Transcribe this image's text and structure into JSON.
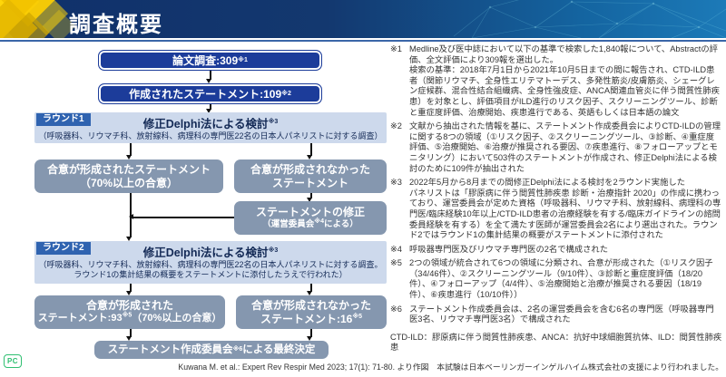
{
  "header": {
    "title": "調査概要"
  },
  "flowchart": {
    "box_papers": {
      "text": "論文調査:309",
      "sup": "※1"
    },
    "box_statements": {
      "text": "作成されたステートメント:109",
      "sup": "※2"
    },
    "round1": {
      "label": "ラウンド1",
      "title": "修正Delphi法による検討",
      "title_sup": "※3",
      "subtitle": "（呼吸器科、リウマチ科、放射線科、病理科の専門医22名の日本人パネリストに対する調査）"
    },
    "agreed1": {
      "line1": "合意が形成されたステートメント",
      "line2": "（70%以上の合意）"
    },
    "not_agreed1": {
      "line1": "合意が形成されなかった",
      "line2": "ステートメント"
    },
    "revision": {
      "line1": "ステートメントの修正",
      "line2_pre": "（運営委員会",
      "line2_sup": "※4",
      "line2_post": "による）"
    },
    "round2": {
      "label": "ラウンド2",
      "title": "修正Delphi法による検討",
      "title_sup": "※3",
      "subtitle1": "（呼吸器科、リウマチ科、放射線科、病理科の専門医22名の日本人パネリストに対する調査。",
      "subtitle2": "ラウンド1の集計結果の概要をステートメントに添付したうえで行われた）"
    },
    "agreed2": {
      "line1": "合意が形成された",
      "line2_pre": "ステートメント:93",
      "line2_sup": "※5",
      "line2_post": "（70%以上の合意）"
    },
    "not_agreed2": {
      "line1": "合意が形成されなかった",
      "line2_pre": "ステートメント:16",
      "line2_sup": "※5"
    },
    "final": {
      "pre": "ステートメント作成委員会",
      "sup": "※6",
      "post": "による最終決定"
    }
  },
  "footnotes": [
    {
      "marker": "※1",
      "p1": "Medline及び医中誌において以下の基準で検索した1,840報について、Abstractの評価、全文評価により309報を選出した。",
      "p2": "検索の基準：2018年7月1日から2021年10月5日までの間に報告され、CTD-ILD患者（関節リウマチ、全身性エリテマトーデス、多発性筋炎/皮膚筋炎、シェーグレン症候群、混合性結合組織病、全身性強皮症、ANCA関連血管炎に伴う間質性肺疾患）を対象とし、評価項目がILD進行のリスク因子、スクリーニングツール、診断と重症度評価、治療開始、疾患進行である、英語もしくは日本語の論文"
    },
    {
      "marker": "※2",
      "p1": "文献から抽出された情報を基に、ステートメント作成委員会によりCTD-ILDの管理に関する8つの領域（①リスク因子、②スクリーニングツール、③診断、④重症度評価、⑤治療開始、⑥治療が推奨される要因、⑦疾患進行、⑧フォローアップとモニタリング）において503件のステートメントが作成され、修正Delphi法による検討のために109件が抽出された"
    },
    {
      "marker": "※3",
      "p1": "2022年5月から8月までの間修正Delphi法による検討を2ラウンド実施した",
      "p2": "パネリストは「膠原病に伴う間質性肺疾患 診断・治療指針 2020」の作成に携わっており、運営委員会が定めた資格（呼吸器科、リウマチ科、放射線科、病理科の専門医/臨床経験10年以上/CTD-ILD患者の治療経験を有する/臨床ガイドラインの諮問委員経験を有する）を全て満たす医師が運営委員会2名により選出された。ラウンド2ではラウンド1の集計結果の概要がステートメントに添付された"
    },
    {
      "marker": "※4",
      "p1": "呼吸器専門医及びリウマチ専門医の2名で構成された"
    },
    {
      "marker": "※5",
      "p1": "2つの領域が統合されて6つの領域に分類され、合意が形成された（①リスク因子（34/46件）、②スクリーニングツール（9/10件）、③診断と重症度評価（18/20件）、④フォローアップ（4/4件）、⑤治療開始と治療が推奨される要因（18/19件）、⑥疾患進行（10/10件））"
    },
    {
      "marker": "※6",
      "p1": "ステートメント作成委員会は、2名の運営委員会を含む6名の専門医（呼吸器専門医3名、リウマチ専門医3名）で構成された"
    }
  ],
  "abbreviations": "CTD-ILD：膠原病に伴う間質性肺疾患、ANCA：抗好中球細胞質抗体、ILD：間質性肺疾患",
  "citation": "Kuwana M. et al.: Expert Rev Respir Med 2023; 17(1): 71-80. より作図　本試験は日本ベーリンガーインゲルハイム株式会社の支援により行われました。",
  "logo": {
    "text": "PC"
  },
  "colors": {
    "header_navy": "#10306a",
    "header_light_blue": "#1c7ab8",
    "accent_yellow": "#ffd60a",
    "blue_box": "#1c3c9a",
    "gray_box": "#8597af",
    "round_band": "#cdd9ec",
    "round_chip": "#2f63b0",
    "logo_green": "#2fbf71"
  }
}
